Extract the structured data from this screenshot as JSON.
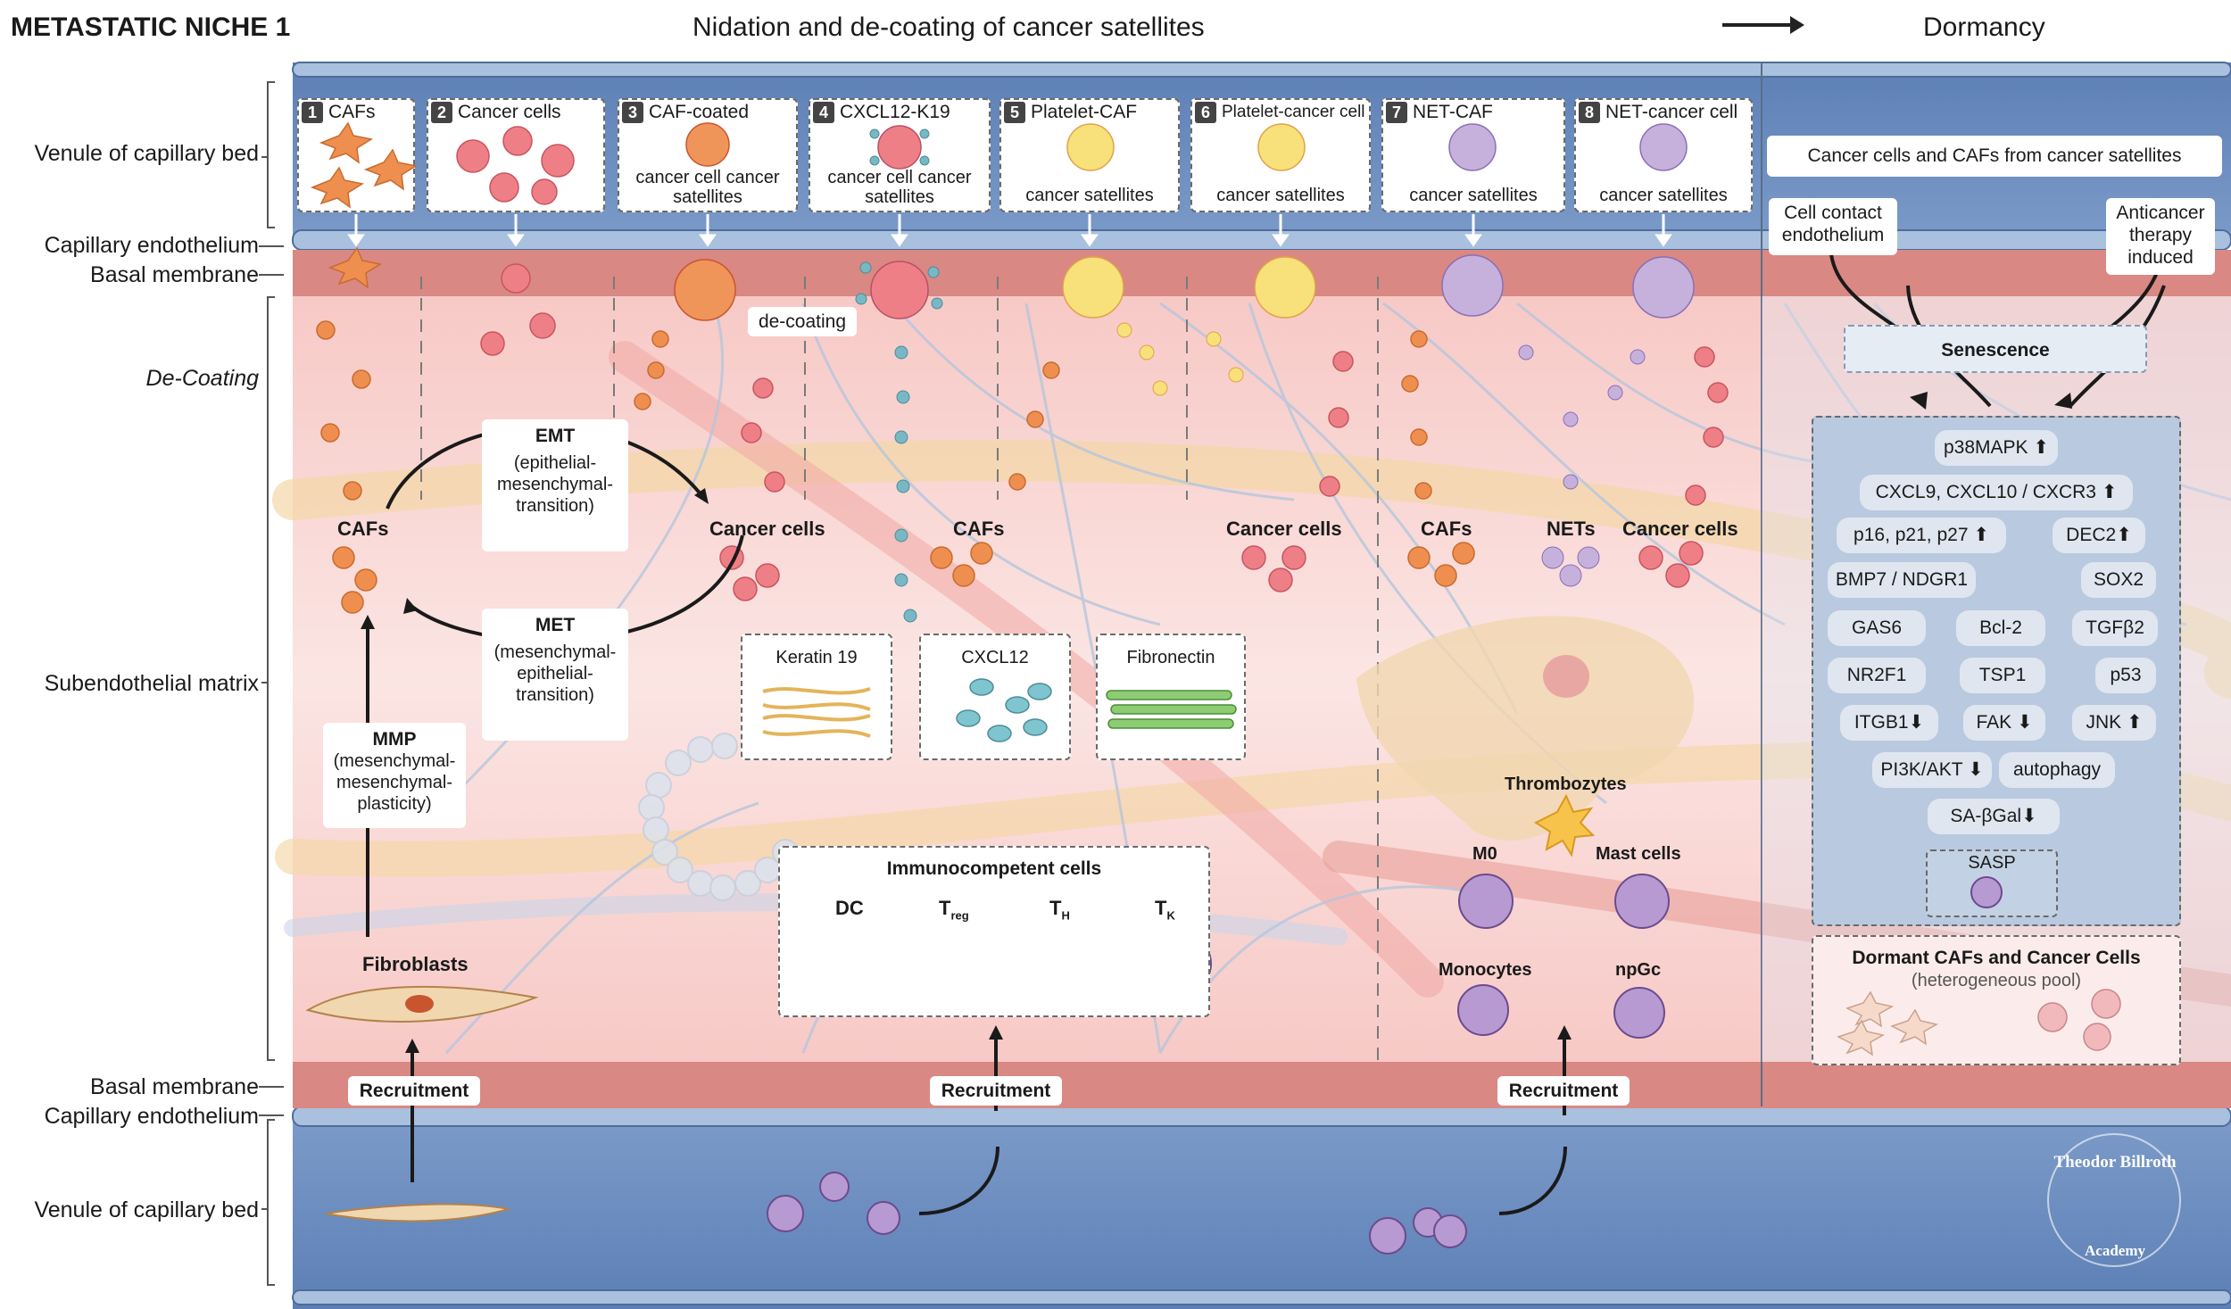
{
  "header": {
    "title": "METASTATIC NICHE 1",
    "center": "Nidation and de-coating of cancer satellites",
    "right": "Dormancy"
  },
  "side_labels": {
    "venule_top": "Venule of capillary bed",
    "endo_top": "Capillary endothelium",
    "basal_top": "Basal membrane",
    "decoating": "De-Coating",
    "matrix": "Subendothelial matrix",
    "basal_bottom": "Basal membrane",
    "endo_bottom": "Capillary endothelium",
    "venule_bottom": "Venule of capillary bed"
  },
  "satellites": [
    {
      "num": "1",
      "label": "CAFs",
      "sub": ""
    },
    {
      "num": "2",
      "label": "Cancer cells",
      "sub": ""
    },
    {
      "num": "3",
      "label": "CAF-coated",
      "sub": "cancer cell cancer satellites"
    },
    {
      "num": "4",
      "label": "CXCL12-K19",
      "sub": "cancer cell cancer satellites"
    },
    {
      "num": "5",
      "label": "Platelet-CAF",
      "sub": "cancer satellites"
    },
    {
      "num": "6",
      "label": "Platelet-cancer cell",
      "sub": "cancer satellites"
    },
    {
      "num": "7",
      "label": "NET-CAF",
      "sub": "cancer satellites"
    },
    {
      "num": "8",
      "label": "NET-cancer cell",
      "sub": "cancer satellites"
    }
  ],
  "dormancy": {
    "top_box": "Cancer cells and CAFs from cancer satellites",
    "cell_contact": "Cell contact endothelium",
    "anticancer": "Anticancer therapy induced",
    "senescence": "Senescence",
    "markers": [
      "p38MAPK",
      "CXCL9, CXCL10 / CXCR3",
      "p16, p21, p27",
      "DEC2",
      "BMP7 / NDGR1",
      "SOX2",
      "GAS6",
      "Bcl-2",
      "TGFβ2",
      "NR2F1",
      "TSP1",
      "p53",
      "ITGB1",
      "FAK",
      "JNK",
      "PI3K/AKT",
      "autophagy",
      "SA-βGal",
      "SASP"
    ],
    "dormant_title": "Dormant CAFs and Cancer Cells",
    "dormant_sub": "(heterogeneous pool)"
  },
  "matrix": {
    "decoating": "de-coating",
    "emt_title": "EMT",
    "emt_sub": "(epithelial-mesenchymal-transition)",
    "met_title": "MET",
    "met_sub": "(mesenchymal-epithelial-transition)",
    "mmp_title": "MMP",
    "mmp_sub": "(mesenchymal-mesenchymal-plasticity)",
    "cafs_left": "CAFs",
    "cancer_cells_left": "Cancer cells",
    "cafs_mid": "CAFs",
    "cancer_cells_mid": "Cancer cells",
    "cafs_net": "CAFs",
    "nets": "NETs",
    "cancer_cells_net": "Cancer cells",
    "fibroblasts": "Fibroblasts",
    "keratin": "Keratin 19",
    "cxcl12": "CXCL12",
    "fibronectin": "Fibronectin",
    "immuno_title": "Immunocompetent cells",
    "dc": "DC",
    "treg": "T",
    "treg_sub": "reg",
    "th": "T",
    "th_sub": "H",
    "tk": "T",
    "tk_sub": "K",
    "thrombozytes": "Thrombozytes",
    "m0": "M0",
    "mast": "Mast cells",
    "monocytes": "Monocytes",
    "npgc": "npGc",
    "recruitment": "Recruitment"
  },
  "logo": {
    "top": "Theodor Billroth",
    "bottom": "Academy"
  }
}
